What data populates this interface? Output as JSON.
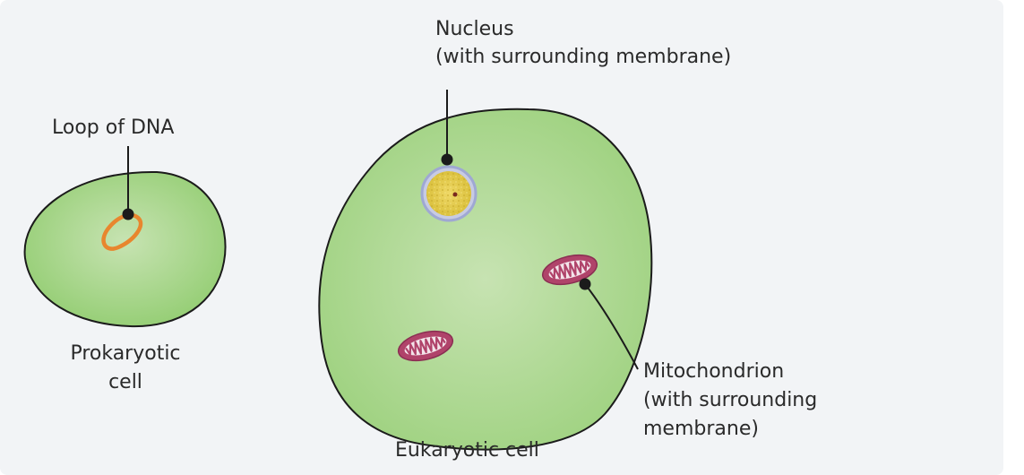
{
  "labels": {
    "nucleus_line1": "Nucleus",
    "nucleus_line2": "(with surrounding membrane)",
    "loop_dna": "Loop of DNA",
    "prokaryotic_line1": "Prokaryotic",
    "prokaryotic_line2": "cell",
    "mitochondrion_line1": "Mitochondrion",
    "mitochondrion_line2": "(with surrounding",
    "mitochondrion_line3": "membrane)",
    "eukaryotic": "Eukaryotic cell"
  },
  "colors": {
    "background": "#f2f4f6",
    "cytoplasm_edge": "#93cd72",
    "cytoplasm_center": "#c7e3b2",
    "cell_outline": "#1b1b1b",
    "dna_loop": "#e8862e",
    "nucleus_fill": "#e3cb4a",
    "nucleus_membrane": "#9fa8d3",
    "mitochondrion": "#b0436a",
    "pointer": "#1b1b1b"
  }
}
